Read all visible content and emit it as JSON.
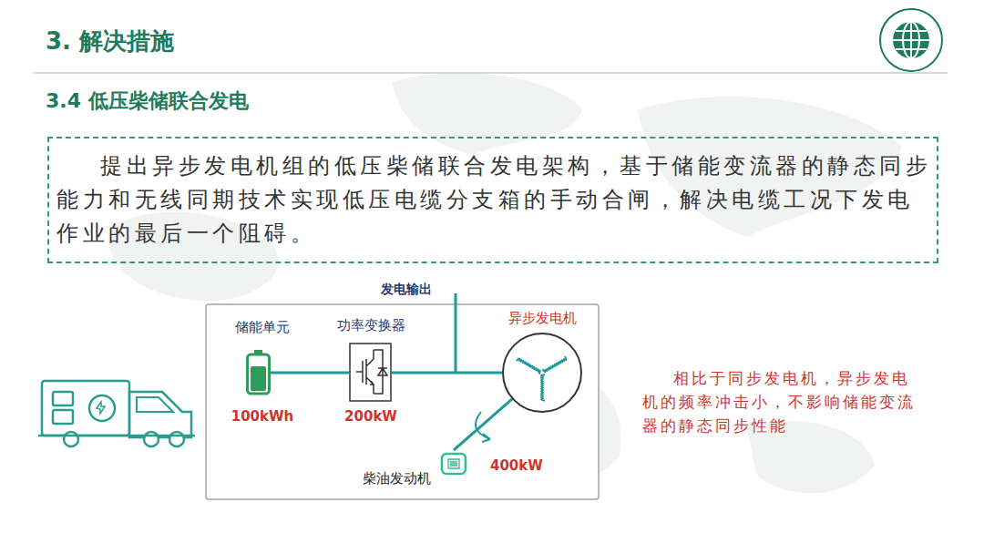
{
  "diagram": {
    "title": "3. 解决措施",
    "nodes": [
      {
        "text": [
          "提出异步发电机组的低压柴储联合发电架构，基于储能变流器的静态同步能力和无线同期技术实现低压电缆分支箱的手动合闸，解决电缆工况下发电作业的最后一个阻碍。"
        ]
      },
      {
        "text": [
          "储能单元",
          "100kWh"
        ]
      },
      {
        "text": [
          "功率变换器",
          "200kW"
        ]
      },
      {
        "text": [
          "异步发电机"
        ]
      },
      {
        "text": [
          "柴油发动机",
          "400kW"
        ]
      }
    ],
    "edges": [
      {
        "from": 1,
        "to": 2,
        "arrow": "none"
      },
      {
        "from": 2,
        "to": 3,
        "arrow": "none"
      },
      {
        "from": 3,
        "to": 4,
        "arrow": "none"
      }
    ],
    "labels": [
      "3.4 低压柴储联合发电",
      "发电输出",
      "相比于同步发电机，异步发电机的频率冲击小，不影响储能变流器的静态同步性能"
    ]
  }
}
